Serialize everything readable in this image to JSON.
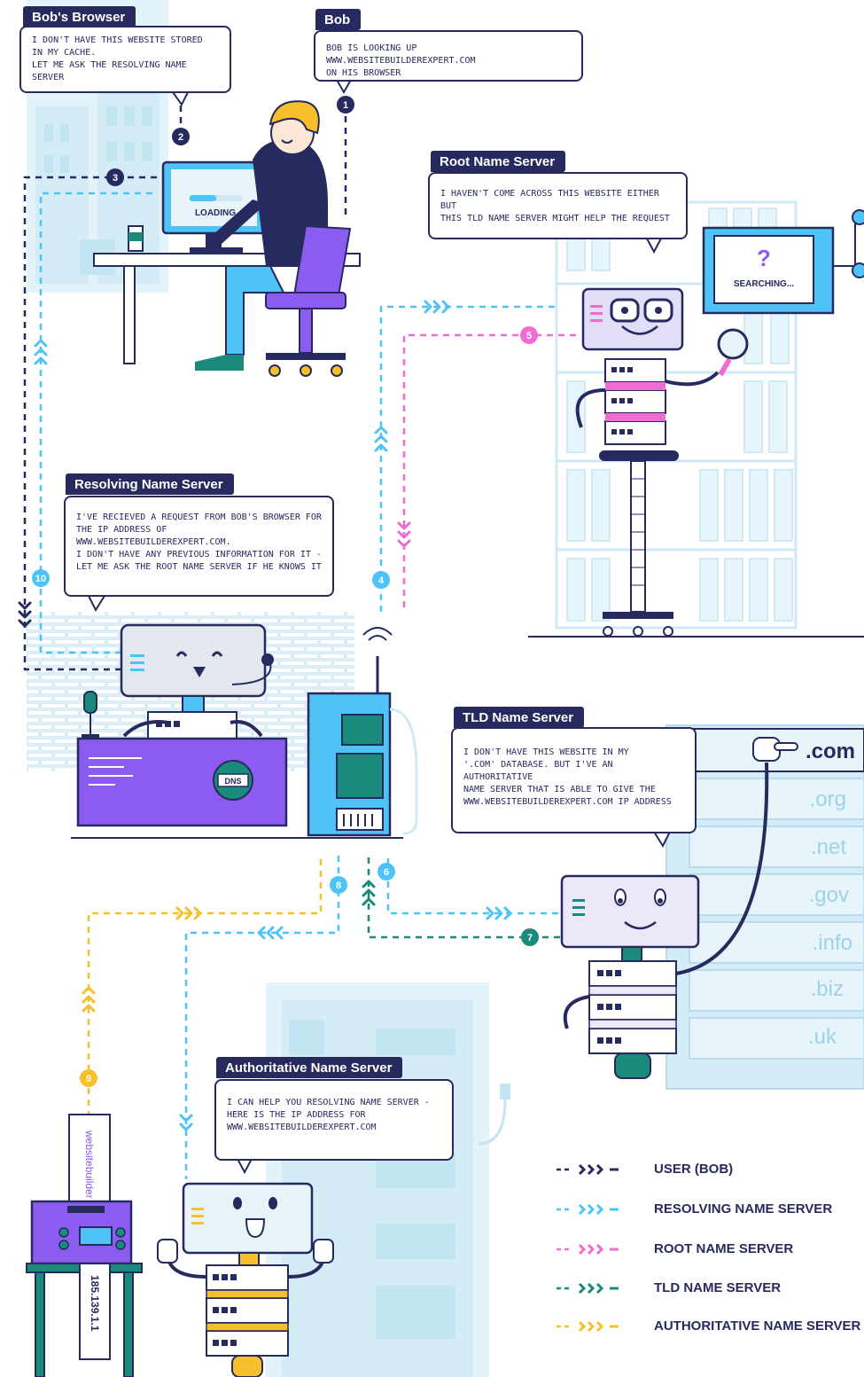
{
  "colors": {
    "navy": "#262a5e",
    "resolving": "#4fc3f7",
    "root": "#f06bd2",
    "tld": "#1a8a7a",
    "authoritative": "#f7c02a",
    "purple": "#8c5cf0",
    "light_blue": "#dff3fb"
  },
  "bob_browser": {
    "title": "Bob's Browser",
    "lines": [
      "I don't have this website stored",
      "in my cache.",
      "Let me ask the resolving name server"
    ],
    "loading": "LOADING"
  },
  "bob": {
    "title": "Bob",
    "lines": [
      "Bob is looking up www.websitebuilderexpert.com",
      "on his browser"
    ]
  },
  "root": {
    "title": "Root Name Server",
    "lines": [
      "I haven't come across this website either but",
      "this TLD name server might help the request"
    ],
    "question": "?",
    "searching": "SEARCHING..."
  },
  "resolving": {
    "title": "Resolving Name Server",
    "lines": [
      "I've recieved a request from Bob's browser for",
      "the IP address of www.websitebuilderexpert.com.",
      "I don't have any previous information for it -",
      "let me ask the root name server if he knows it"
    ],
    "dns": "DNS"
  },
  "tld": {
    "title": "TLD Name Server",
    "lines": [
      "I don't have this website in my",
      "'.com' database. But I've an authoritative",
      "name server that is able to give the",
      "www.websitebuilderexpert.com IP address"
    ],
    "domains": [
      ".com",
      ".org",
      ".net",
      ".gov",
      ".info",
      ".biz",
      ".uk"
    ]
  },
  "authoritative": {
    "title": "Authoritative Name Server",
    "lines": [
      "I can help you resolving name server -",
      "here is the IP address for",
      "www.websitebuilderexpert.com"
    ]
  },
  "printer": {
    "paper": "websitebuilder",
    "ip": "185.139.1.1"
  },
  "steps": [
    "1",
    "2",
    "3",
    "4",
    "5",
    "6",
    "7",
    "8",
    "9",
    "10"
  ],
  "legend": [
    {
      "label": "USER (BOB)",
      "color": "#262a5e"
    },
    {
      "label": "RESOLVING NAME SERVER",
      "color": "#4fc3f7"
    },
    {
      "label": "ROOT NAME SERVER",
      "color": "#f06bd2"
    },
    {
      "label": "TLD NAME SERVER",
      "color": "#1a8a7a"
    },
    {
      "label": "AUTHORITATIVE NAME SERVER",
      "color": "#f7c02a"
    }
  ]
}
